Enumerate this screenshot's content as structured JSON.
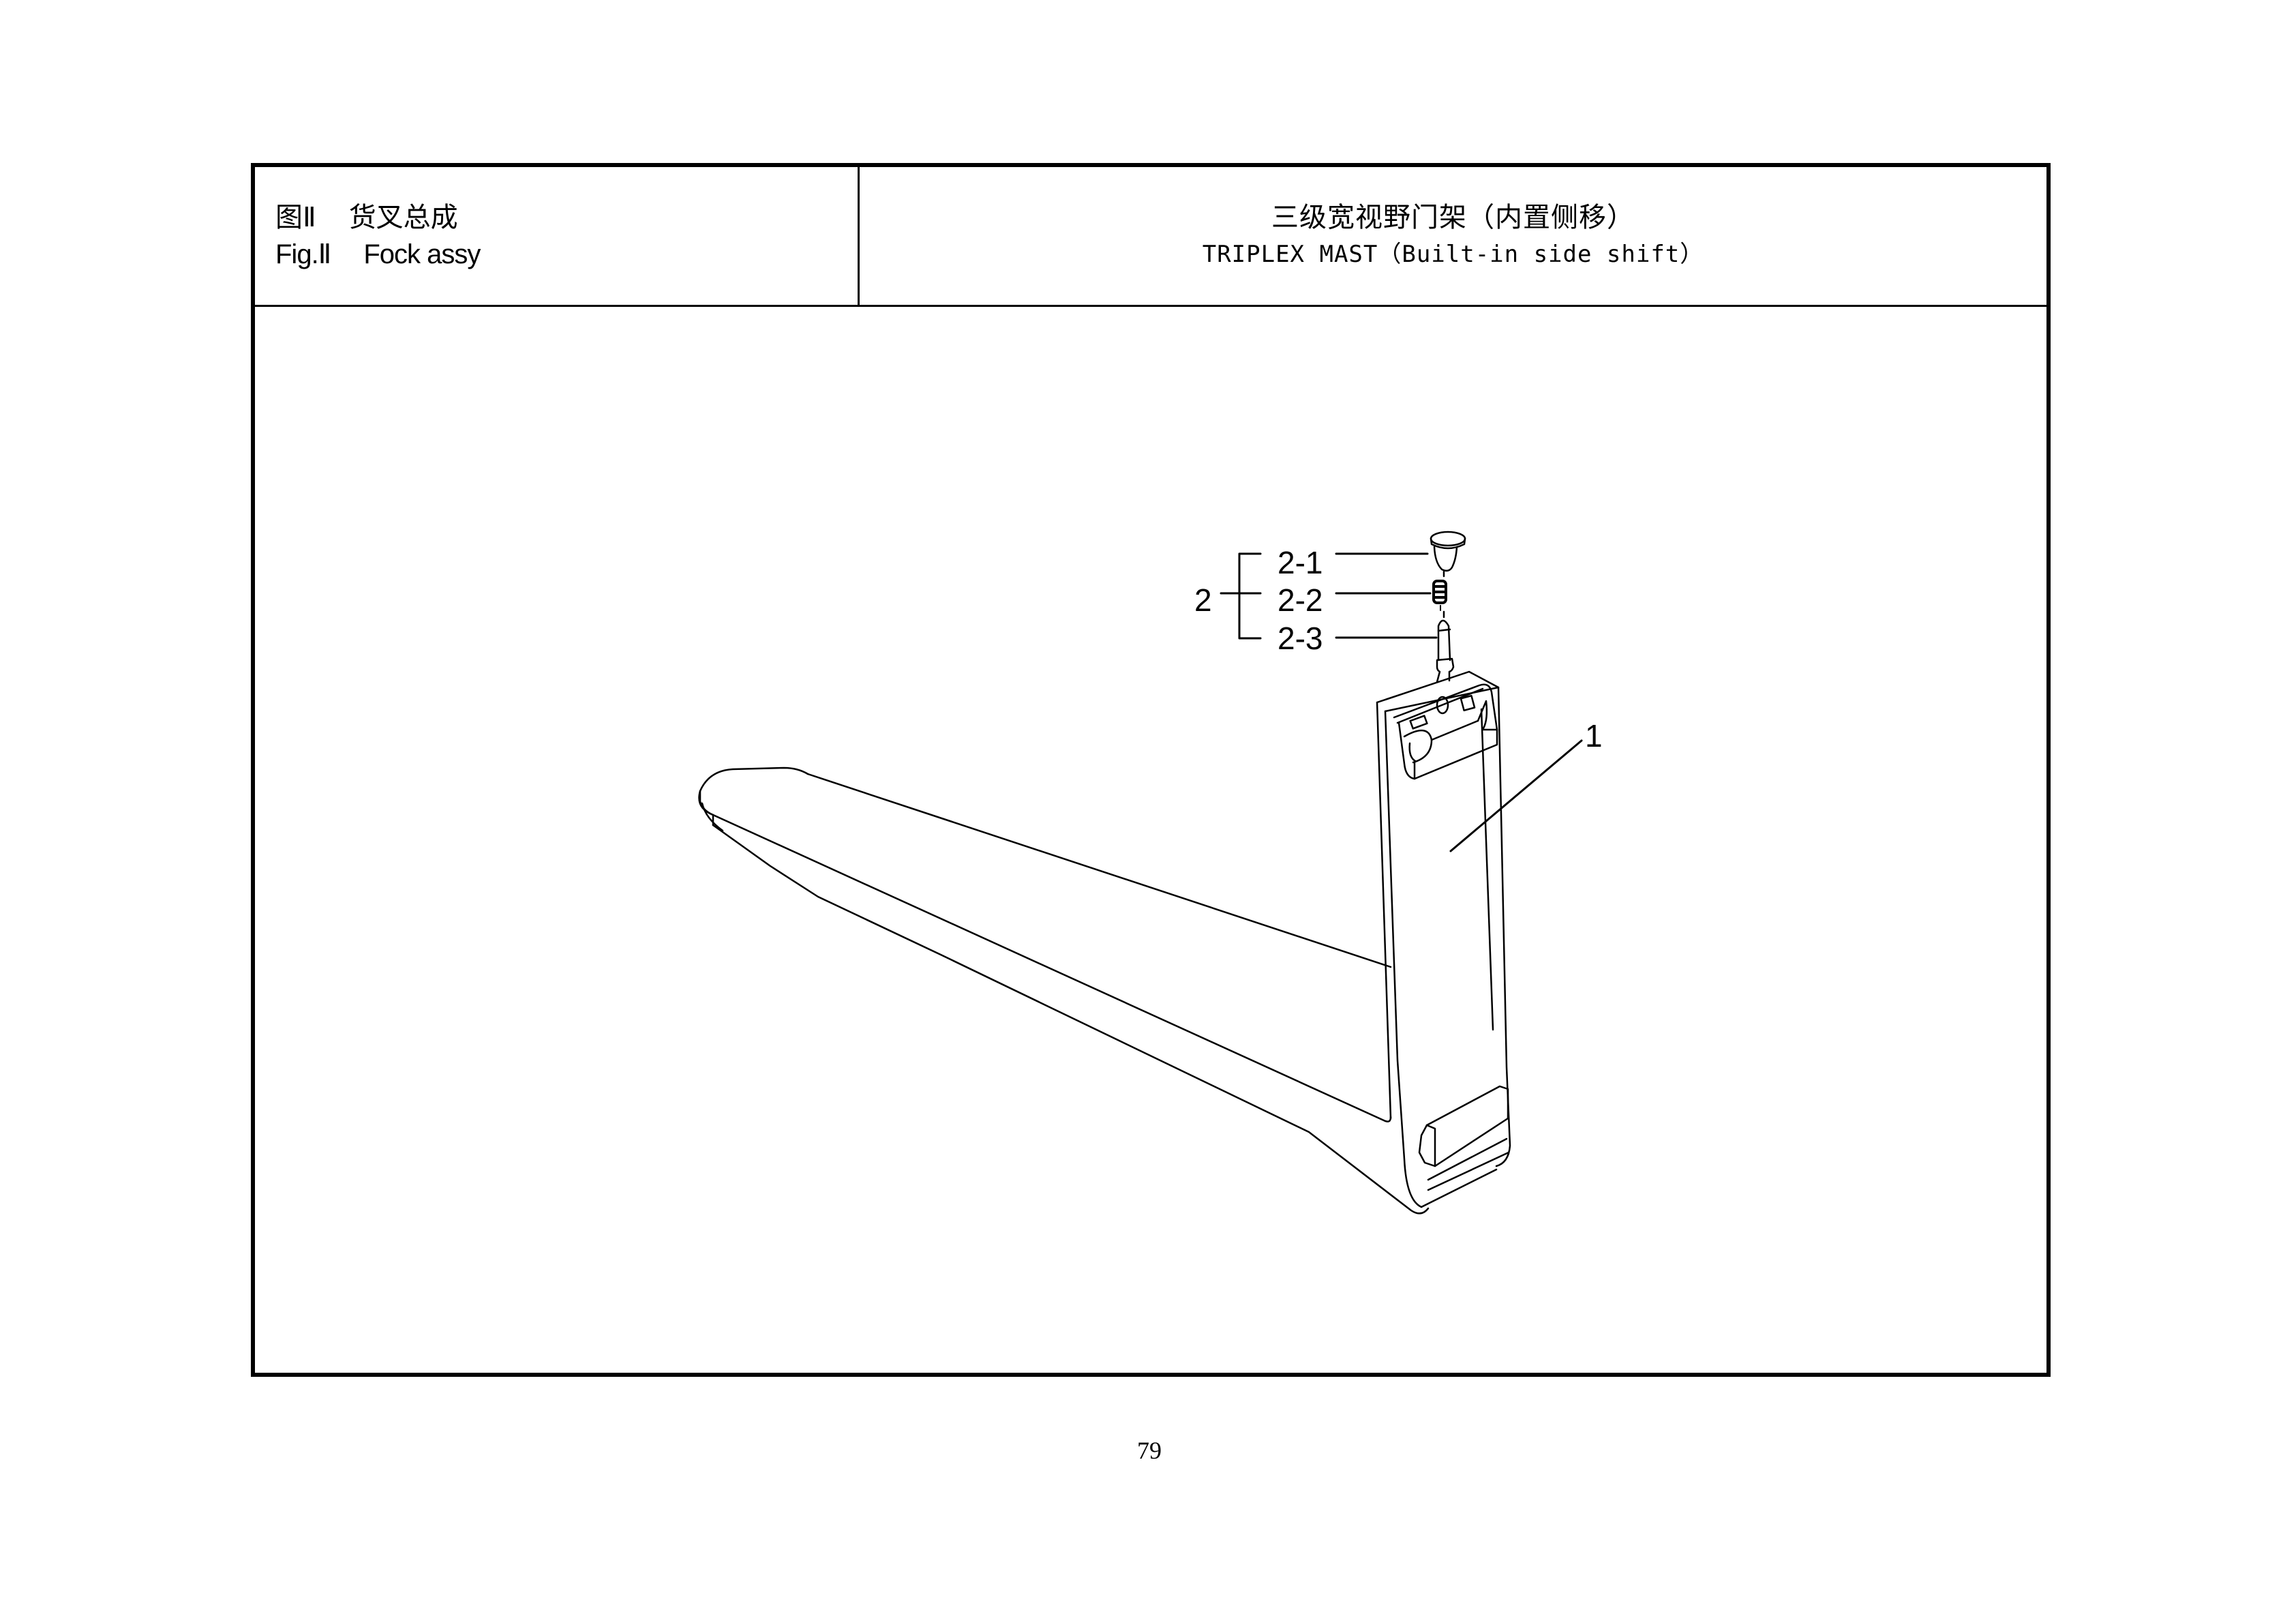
{
  "header": {
    "left": {
      "cn_fig": "图Ⅱ",
      "cn_title": "货叉总成",
      "en_fig": "Fig.Ⅱ",
      "en_title": "Fock assy"
    },
    "right": {
      "cn_title": "三级宽视野门架（内置侧移）",
      "en_title": "TRIPLEX MAST（Built-in side shift）"
    }
  },
  "drawing": {
    "subject": "fork assembly exploded view",
    "callouts": [
      {
        "id": "1",
        "label": "1"
      },
      {
        "id": "2",
        "label": "2"
      },
      {
        "id": "2-1",
        "label": "2-1"
      },
      {
        "id": "2-2",
        "label": "2-2"
      },
      {
        "id": "2-3",
        "label": "2-3"
      }
    ]
  },
  "footer": {
    "page_number": "79"
  }
}
